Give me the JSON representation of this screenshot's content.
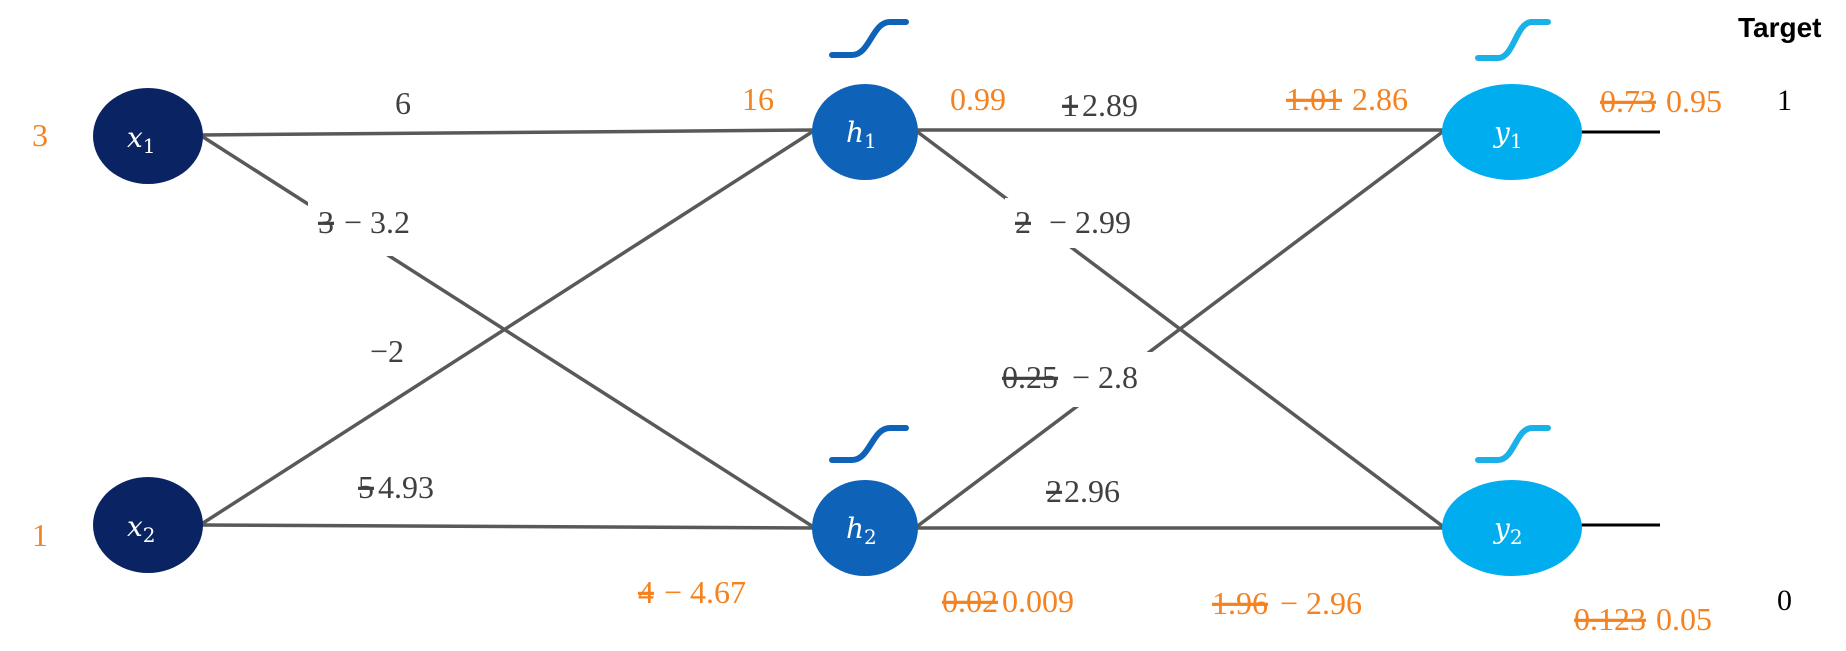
{
  "colors": {
    "input_node": "#0a2463",
    "hidden_node": "#0e63b8",
    "output_node": "#00aeef",
    "hidden_sigmoid": "#0e63b8",
    "output_sigmoid": "#1ab0e8",
    "edge": "#595959",
    "weight_text": "#404040",
    "activation_text": "#f5821f"
  },
  "nodes": {
    "x1": {
      "name": "x",
      "sub": "1",
      "value": "3"
    },
    "x2": {
      "name": "x",
      "sub": "2",
      "value": "1"
    },
    "h1": {
      "name": "h",
      "sub": "1",
      "old_value": "",
      "new_value": "16"
    },
    "h2": {
      "name": "h",
      "sub": "2",
      "old_value": "4",
      "new_value": "− 4.67"
    },
    "y1": {
      "name": "y",
      "sub": "1"
    },
    "y2": {
      "name": "y",
      "sub": "2"
    }
  },
  "hidden_outputs": {
    "h1": {
      "value": "0.99"
    },
    "h2": {
      "old": "0.02",
      "new": "0.009"
    }
  },
  "output_inputs": {
    "y1": {
      "old": "1.01",
      "new": "2.86"
    },
    "y2": {
      "old": "1.96",
      "new": "− 2.96"
    }
  },
  "outputs": {
    "y1": {
      "old": "0.73",
      "new": "0.95"
    },
    "y2": {
      "old": "0.123",
      "new": "0.05"
    }
  },
  "weights": {
    "x1_h1": {
      "value": "6"
    },
    "x1_h2": {
      "old": "3",
      "new": "− 3.2"
    },
    "x2_h1": {
      "value": "−2"
    },
    "x2_h2": {
      "old": "5",
      "new": "4.93"
    },
    "h1_y1": {
      "old": "1",
      "new": "2.89"
    },
    "h1_y2": {
      "old": "2",
      "new": "− 2.99"
    },
    "h2_y1": {
      "old": "0.25",
      "new": "− 2.8"
    },
    "h2_y2": {
      "old": "2",
      "new": "2.96"
    }
  },
  "target": {
    "title": "Target",
    "y1": "1",
    "y2": "0"
  },
  "icons": {
    "activation": "sigmoid-icon"
  }
}
